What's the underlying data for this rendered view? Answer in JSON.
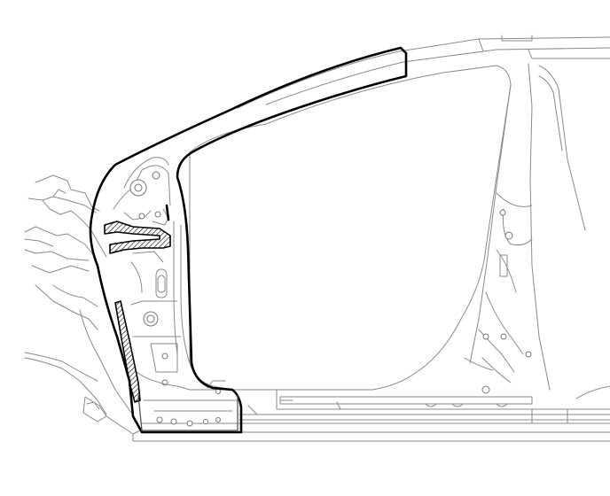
{
  "diagram": {
    "subject": "vehicle-body-side-panel-front-pillar",
    "style": "monochrome-line-drawing",
    "colors": {
      "line": "#000000",
      "thin_line": "#8a8a8a",
      "background": "#ffffff"
    },
    "highlighted_regions": [
      "front-pillar-outer-outline",
      "cowl-section-cut",
      "lower-pillar-section-cut"
    ]
  }
}
